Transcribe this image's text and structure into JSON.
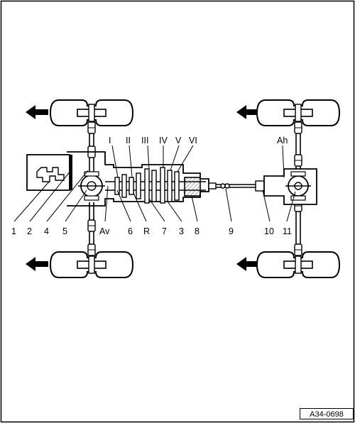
{
  "figure_code": "A34-0698",
  "callouts": [
    "1",
    "2",
    "4",
    "5",
    "Av",
    "6",
    "R",
    "7",
    "3",
    "8",
    "9",
    "10",
    "11"
  ],
  "gear_labels": [
    "I",
    "II",
    "III",
    "IV",
    "V",
    "VI"
  ],
  "rear_diff_label": "Ah",
  "direction": "left",
  "colors": {
    "line": "#000000",
    "arrow": "#000000",
    "hatch": "#555555",
    "background": "#ffffff"
  }
}
